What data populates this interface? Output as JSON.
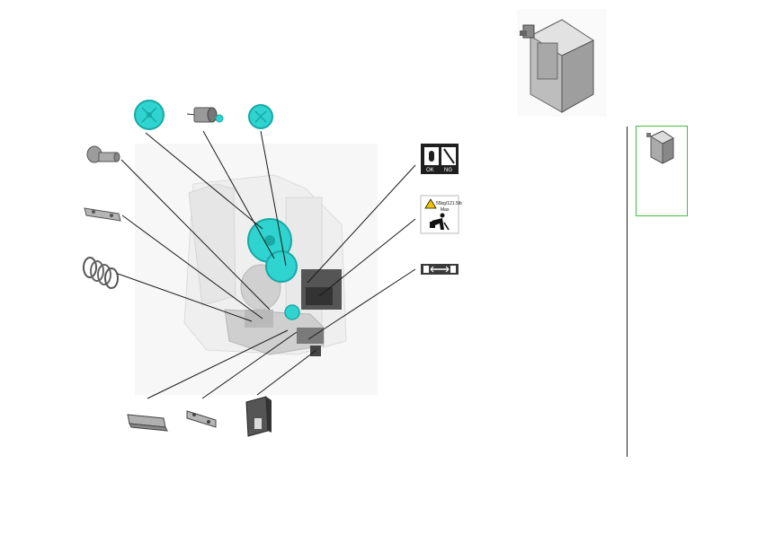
{
  "labels": {
    "ok_ng": {
      "ok": "OK",
      "ng": "NG"
    },
    "weight": {
      "text": "55kg/121.5lb",
      "max": "Max"
    }
  },
  "colors": {
    "cyan_part": "#2fd3cf",
    "cyan_dark": "#18a9a6",
    "gray_part": "#8a8a8a",
    "leader": "#1a1a1a",
    "thumb_border": "#3fbf3f"
  },
  "icons": [
    "ok-ng-indicator-icon",
    "lifting-weight-warning-icon",
    "lock-unlock-arrow-icon"
  ]
}
